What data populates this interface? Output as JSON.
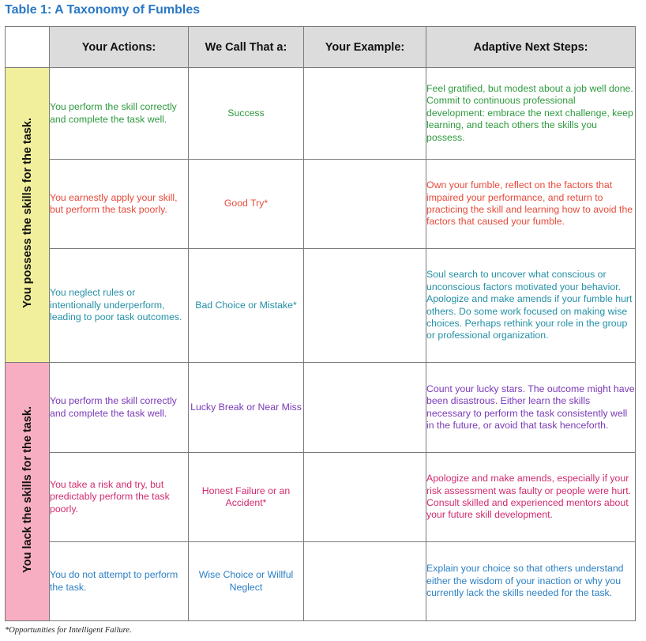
{
  "title": "Table 1: A Taxonomy of Fumbles",
  "headers": [
    "Your Actions:",
    "We Call That a:",
    "Your Example:",
    "Adaptive Next Steps:"
  ],
  "groups": [
    {
      "label": "You possess the skills for the task.",
      "color": "#f1ef9b"
    },
    {
      "label": "You lack the skills for the task.",
      "color": "#f7aec2"
    }
  ],
  "rows": [
    {
      "action": "You perform the skill correctly and complete the task well.",
      "call": "Success",
      "example": "",
      "next": "Feel gratified, but modest about a job well done. Commit to continuous professional development: embrace the next challenge, keep learning, and teach others the skills you possess.",
      "color": "#2e9a3e"
    },
    {
      "action": "You earnestly apply your skill, but perform the task poorly.",
      "call": "Good Try*",
      "example": "",
      "next": "Own your fumble, reflect on the factors that impaired your performance, and return to practicing the skill and learning how to avoid the factors that caused your fumble.",
      "color": "#e84a3a"
    },
    {
      "action": "You neglect rules or intentionally underperform, leading to poor task outcomes.",
      "call": "Bad Choice or Mistake*",
      "example": "",
      "next": "Soul search to uncover what conscious or unconscious factors motivated your behavior. Apologize and make amends if your fumble hurt others. Do some work focused on making wise choices. Perhaps rethink your role in the group or professional organization.",
      "color": "#2490a6"
    },
    {
      "action": "You perform the skill correctly and complete the task well.",
      "call": "Lucky Break or Near Miss",
      "example": "",
      "next": "Count your lucky stars. The outcome might have been disastrous. Either learn the skills necessary to perform the task consistently well in the future, or avoid that task henceforth.",
      "color": "#7a39b8"
    },
    {
      "action": "You take a risk and try, but predictably perform the task poorly.",
      "call": "Honest Failure or an Accident*",
      "example": "",
      "next": "Apologize and make amends, especially if your risk assessment was faulty or people were hurt. Consult skilled and experienced mentors about your future skill development.",
      "color": "#d12a6e"
    },
    {
      "action": "You do not attempt to perform the task.",
      "call": "Wise Choice or Willful Neglect",
      "example": "",
      "next": "Explain your choice so that others understand either the wisdom of your inaction or why you currently lack the skills needed for the task.",
      "color": "#2a7fc4"
    }
  ],
  "footnote": "*Opportunities for Intelligent Failure."
}
